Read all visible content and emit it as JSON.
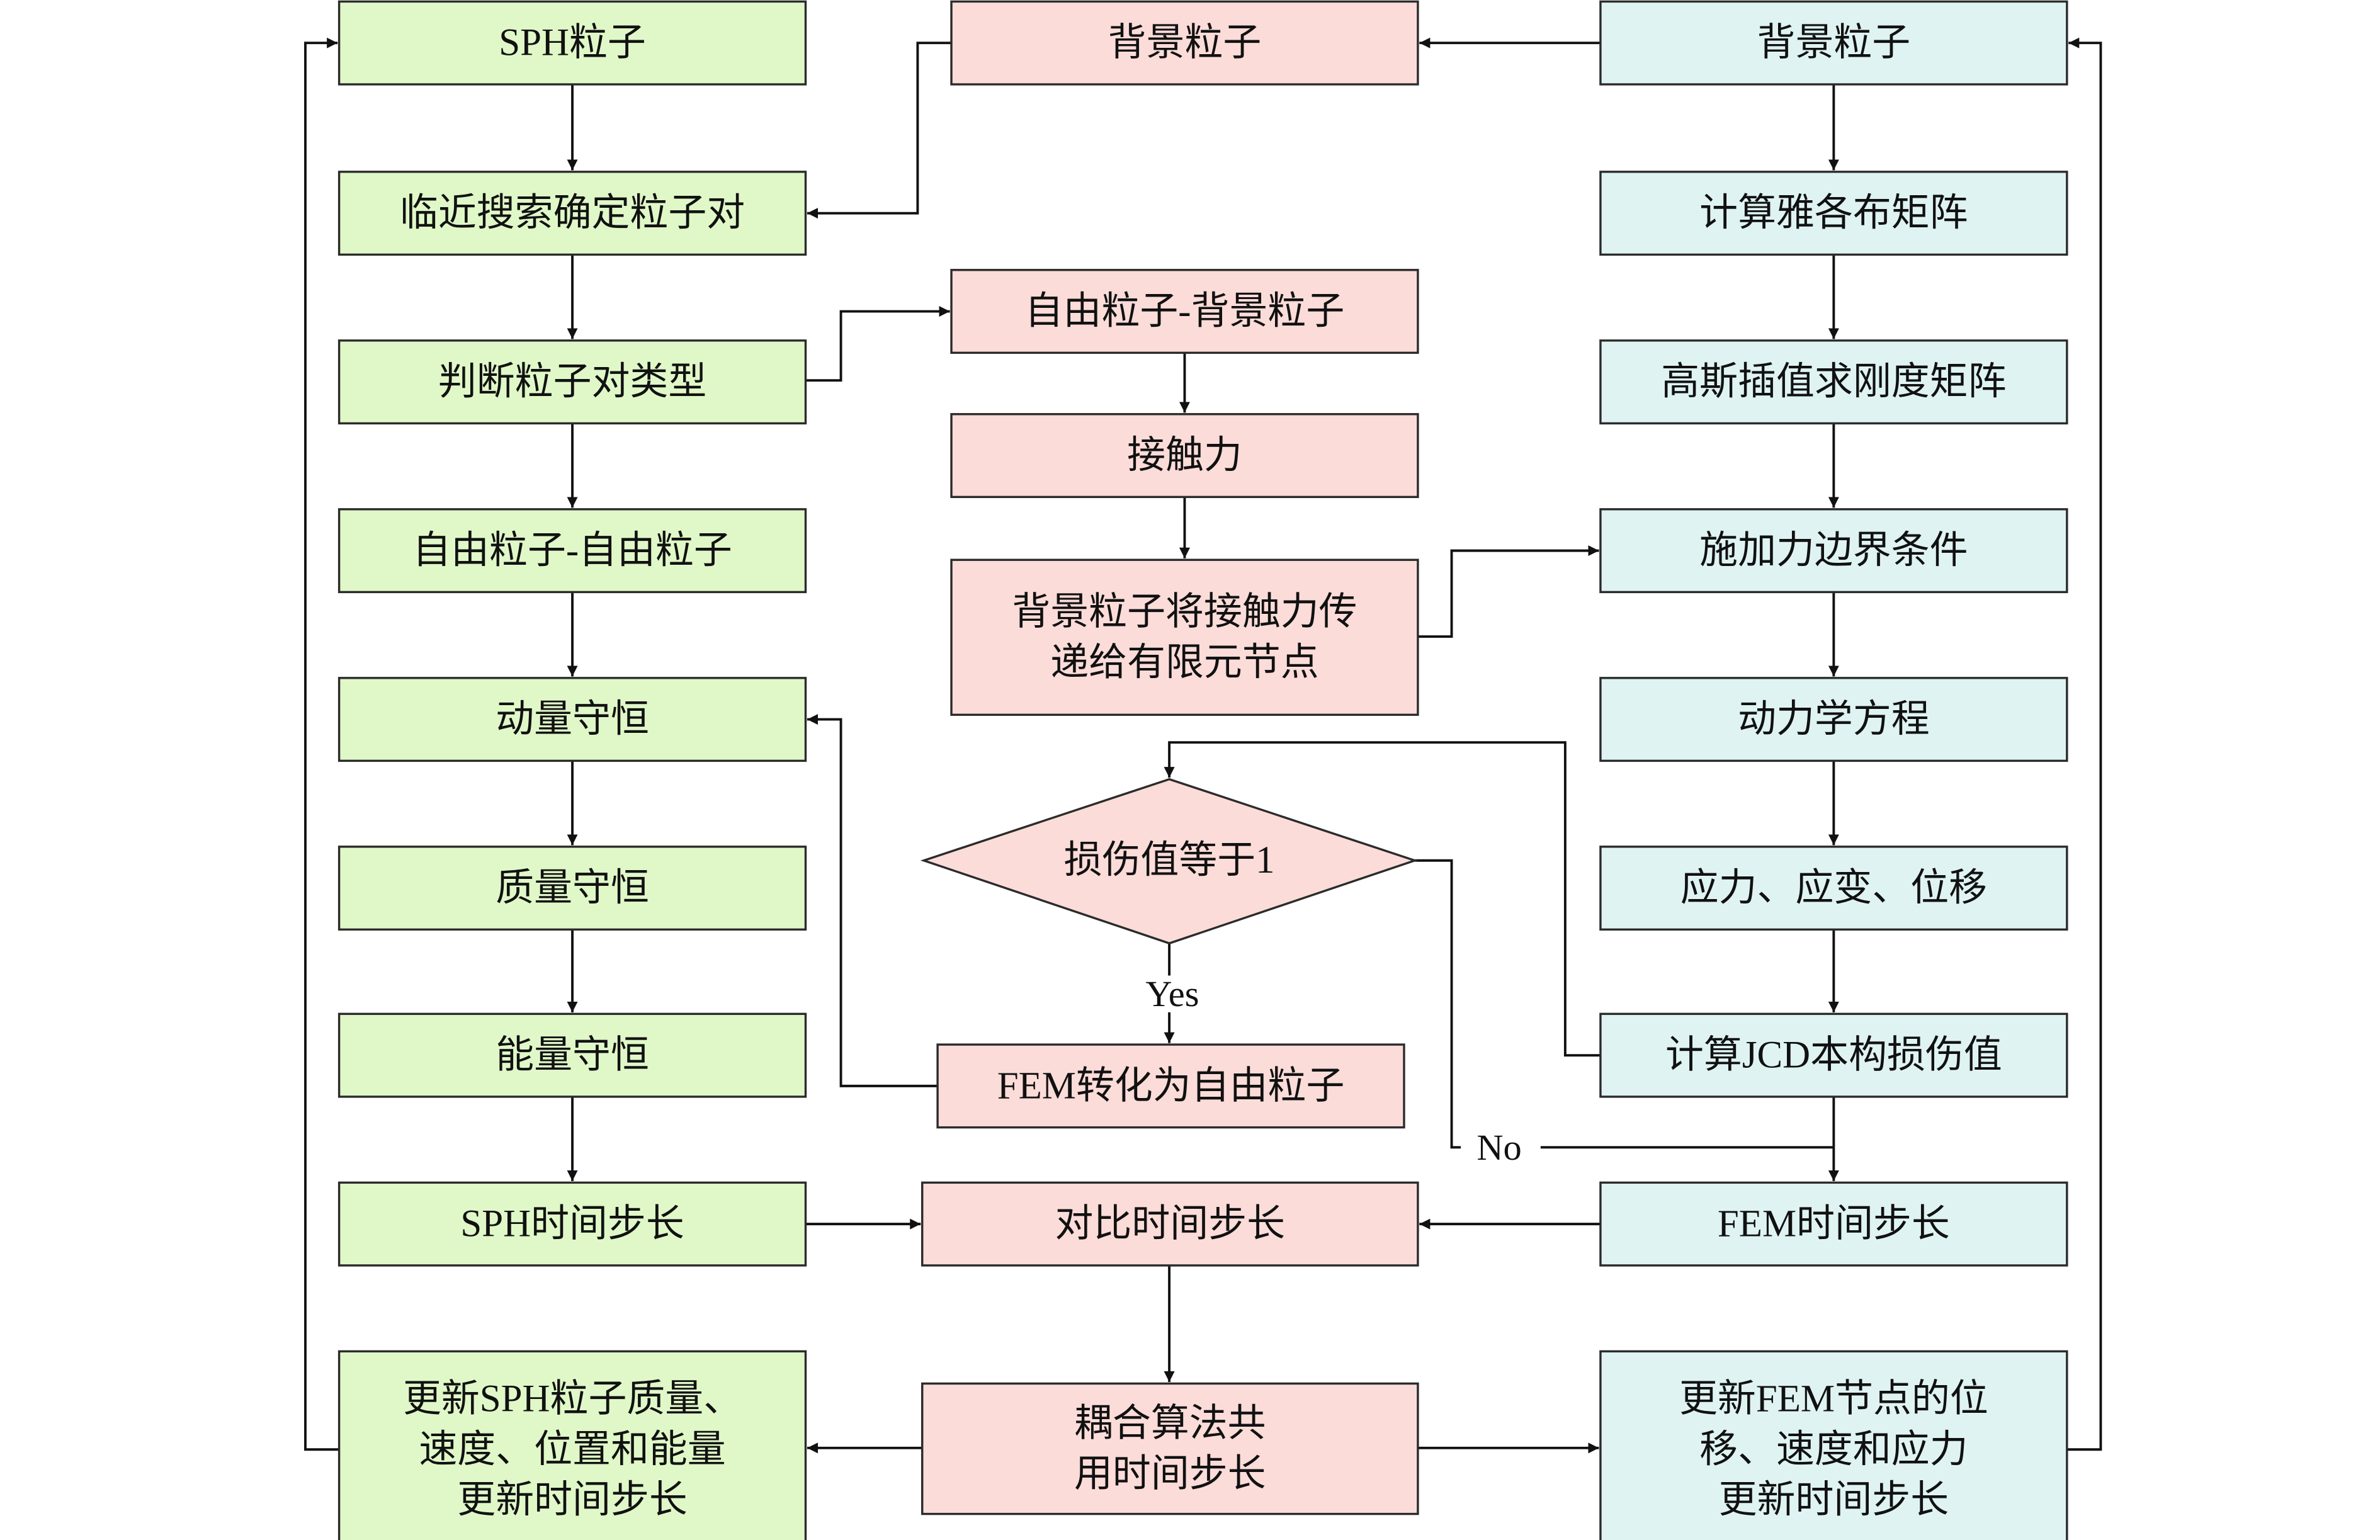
{
  "colors": {
    "sph": "#e0f8c8",
    "coupling": "#fbdcd9",
    "fem": "#dff3f3",
    "line": "#111111"
  },
  "nodes": {
    "sph_particles": [
      "SPH粒子"
    ],
    "neighbor_search": [
      "临近搜索确定粒子对"
    ],
    "judge_pair_type": [
      "判断粒子对类型"
    ],
    "free_free": [
      "自由粒子-自由粒子"
    ],
    "momentum": [
      "动量守恒"
    ],
    "mass": [
      "质量守恒"
    ],
    "energy": [
      "能量守恒"
    ],
    "sph_timestep": [
      "SPH时间步长"
    ],
    "update_sph": [
      "更新SPH粒子质量、",
      "速度、位置和能量",
      "更新时间步长"
    ],
    "bg_particles_center": [
      "背景粒子"
    ],
    "free_bg": [
      "自由粒子-背景粒子"
    ],
    "contact_force": [
      "接触力"
    ],
    "transfer_force": [
      "背景粒子将接触力传",
      "递给有限元节点"
    ],
    "damage_check": [
      "损伤值等于1"
    ],
    "fem_to_free": [
      "FEM转化为自由粒子"
    ],
    "compare_timestep": [
      "对比时间步长"
    ],
    "coupled_timestep": [
      "耦合算法共",
      "用时间步长"
    ],
    "bg_particles_right": [
      "背景粒子"
    ],
    "jacobian": [
      "计算雅各布矩阵"
    ],
    "gauss_stiffness": [
      "高斯插值求刚度矩阵"
    ],
    "force_boundary": [
      "施加力边界条件"
    ],
    "dynamics_eq": [
      "动力学方程"
    ],
    "stress_strain": [
      "应力、应变、位移"
    ],
    "jcd_damage": [
      "计算JCD本构损伤值"
    ],
    "fem_timestep": [
      "FEM时间步长"
    ],
    "update_fem": [
      "更新FEM节点的位",
      "移、速度和应力",
      "更新时间步长"
    ]
  },
  "edge_labels": {
    "yes": "Yes",
    "no": "No"
  }
}
